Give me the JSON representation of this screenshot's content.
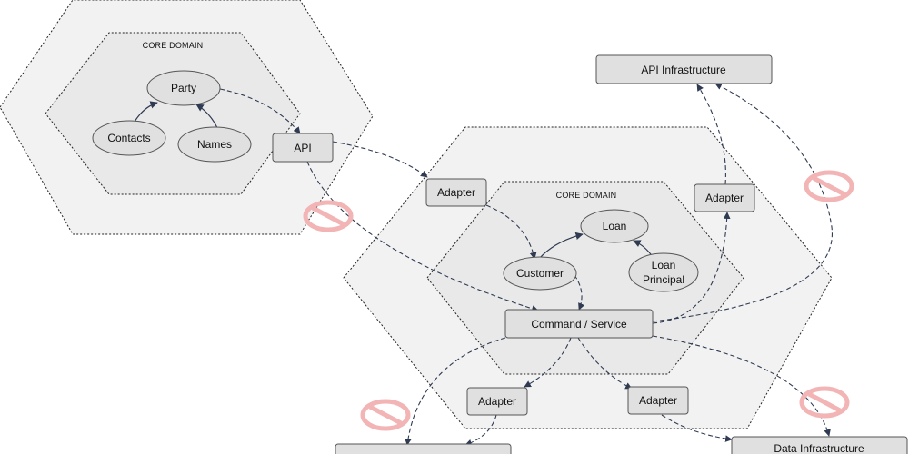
{
  "left_context": {
    "core_label": "CORE DOMAIN",
    "party": "Party",
    "contacts": "Contacts",
    "names": "Names",
    "api": "API"
  },
  "right_context": {
    "core_label": "CORE DOMAIN",
    "adapter_in": "Adapter",
    "adapter_api": "Adapter",
    "loan": "Loan",
    "customer": "Customer",
    "loan_principal_line1": "Loan",
    "loan_principal_line2": "Principal",
    "command_service": "Command / Service",
    "adapter_bottom_left": "Adapter",
    "adapter_bottom_right": "Adapter"
  },
  "infrastructure": {
    "api_infra": "API Infrastructure",
    "data_infra": "Data Infrastructure"
  },
  "colors": {
    "hex_fill": "#f2f2f2",
    "hex_stroke": "#222222",
    "node_fill": "#e0e0e0",
    "node_stroke": "#555555",
    "arrow": "#2f3b52",
    "prohibited": "#f2b4b4"
  }
}
